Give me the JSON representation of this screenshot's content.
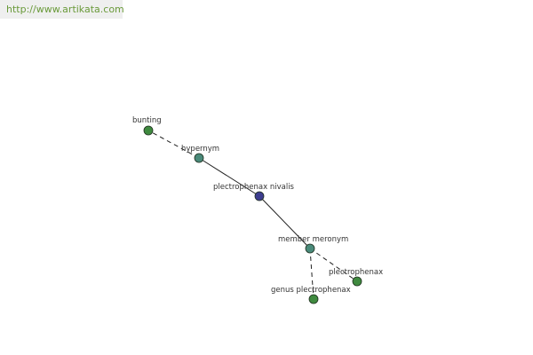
{
  "site": {
    "url": "http://www.artikata.com"
  },
  "colors": {
    "central_node": "#3d3d8f",
    "relation_node": "#4a8a7a",
    "term_node": "#3f8a3f",
    "node_stroke": "#1f2f1f",
    "edge": "#222222",
    "url_text": "#6a9a3a",
    "url_background": "#efefef"
  },
  "graph": {
    "nodes": {
      "center": {
        "label": "plectrophenax nivalis",
        "kind": "central"
      },
      "hypernym": {
        "label": "hypernym",
        "kind": "relation"
      },
      "bunting": {
        "label": "bunting",
        "kind": "term"
      },
      "meronym": {
        "label": "member meronym",
        "kind": "relation"
      },
      "genus": {
        "label": "genus plectrophenax",
        "kind": "term"
      },
      "plectrophenax": {
        "label": "plectrophenax",
        "kind": "term"
      }
    },
    "edges": [
      {
        "from": "center",
        "to": "hypernym",
        "style": "solid"
      },
      {
        "from": "hypernym",
        "to": "bunting",
        "style": "dashed"
      },
      {
        "from": "center",
        "to": "meronym",
        "style": "solid"
      },
      {
        "from": "meronym",
        "to": "genus",
        "style": "dashed"
      },
      {
        "from": "meronym",
        "to": "plectrophenax",
        "style": "dashed"
      }
    ]
  }
}
